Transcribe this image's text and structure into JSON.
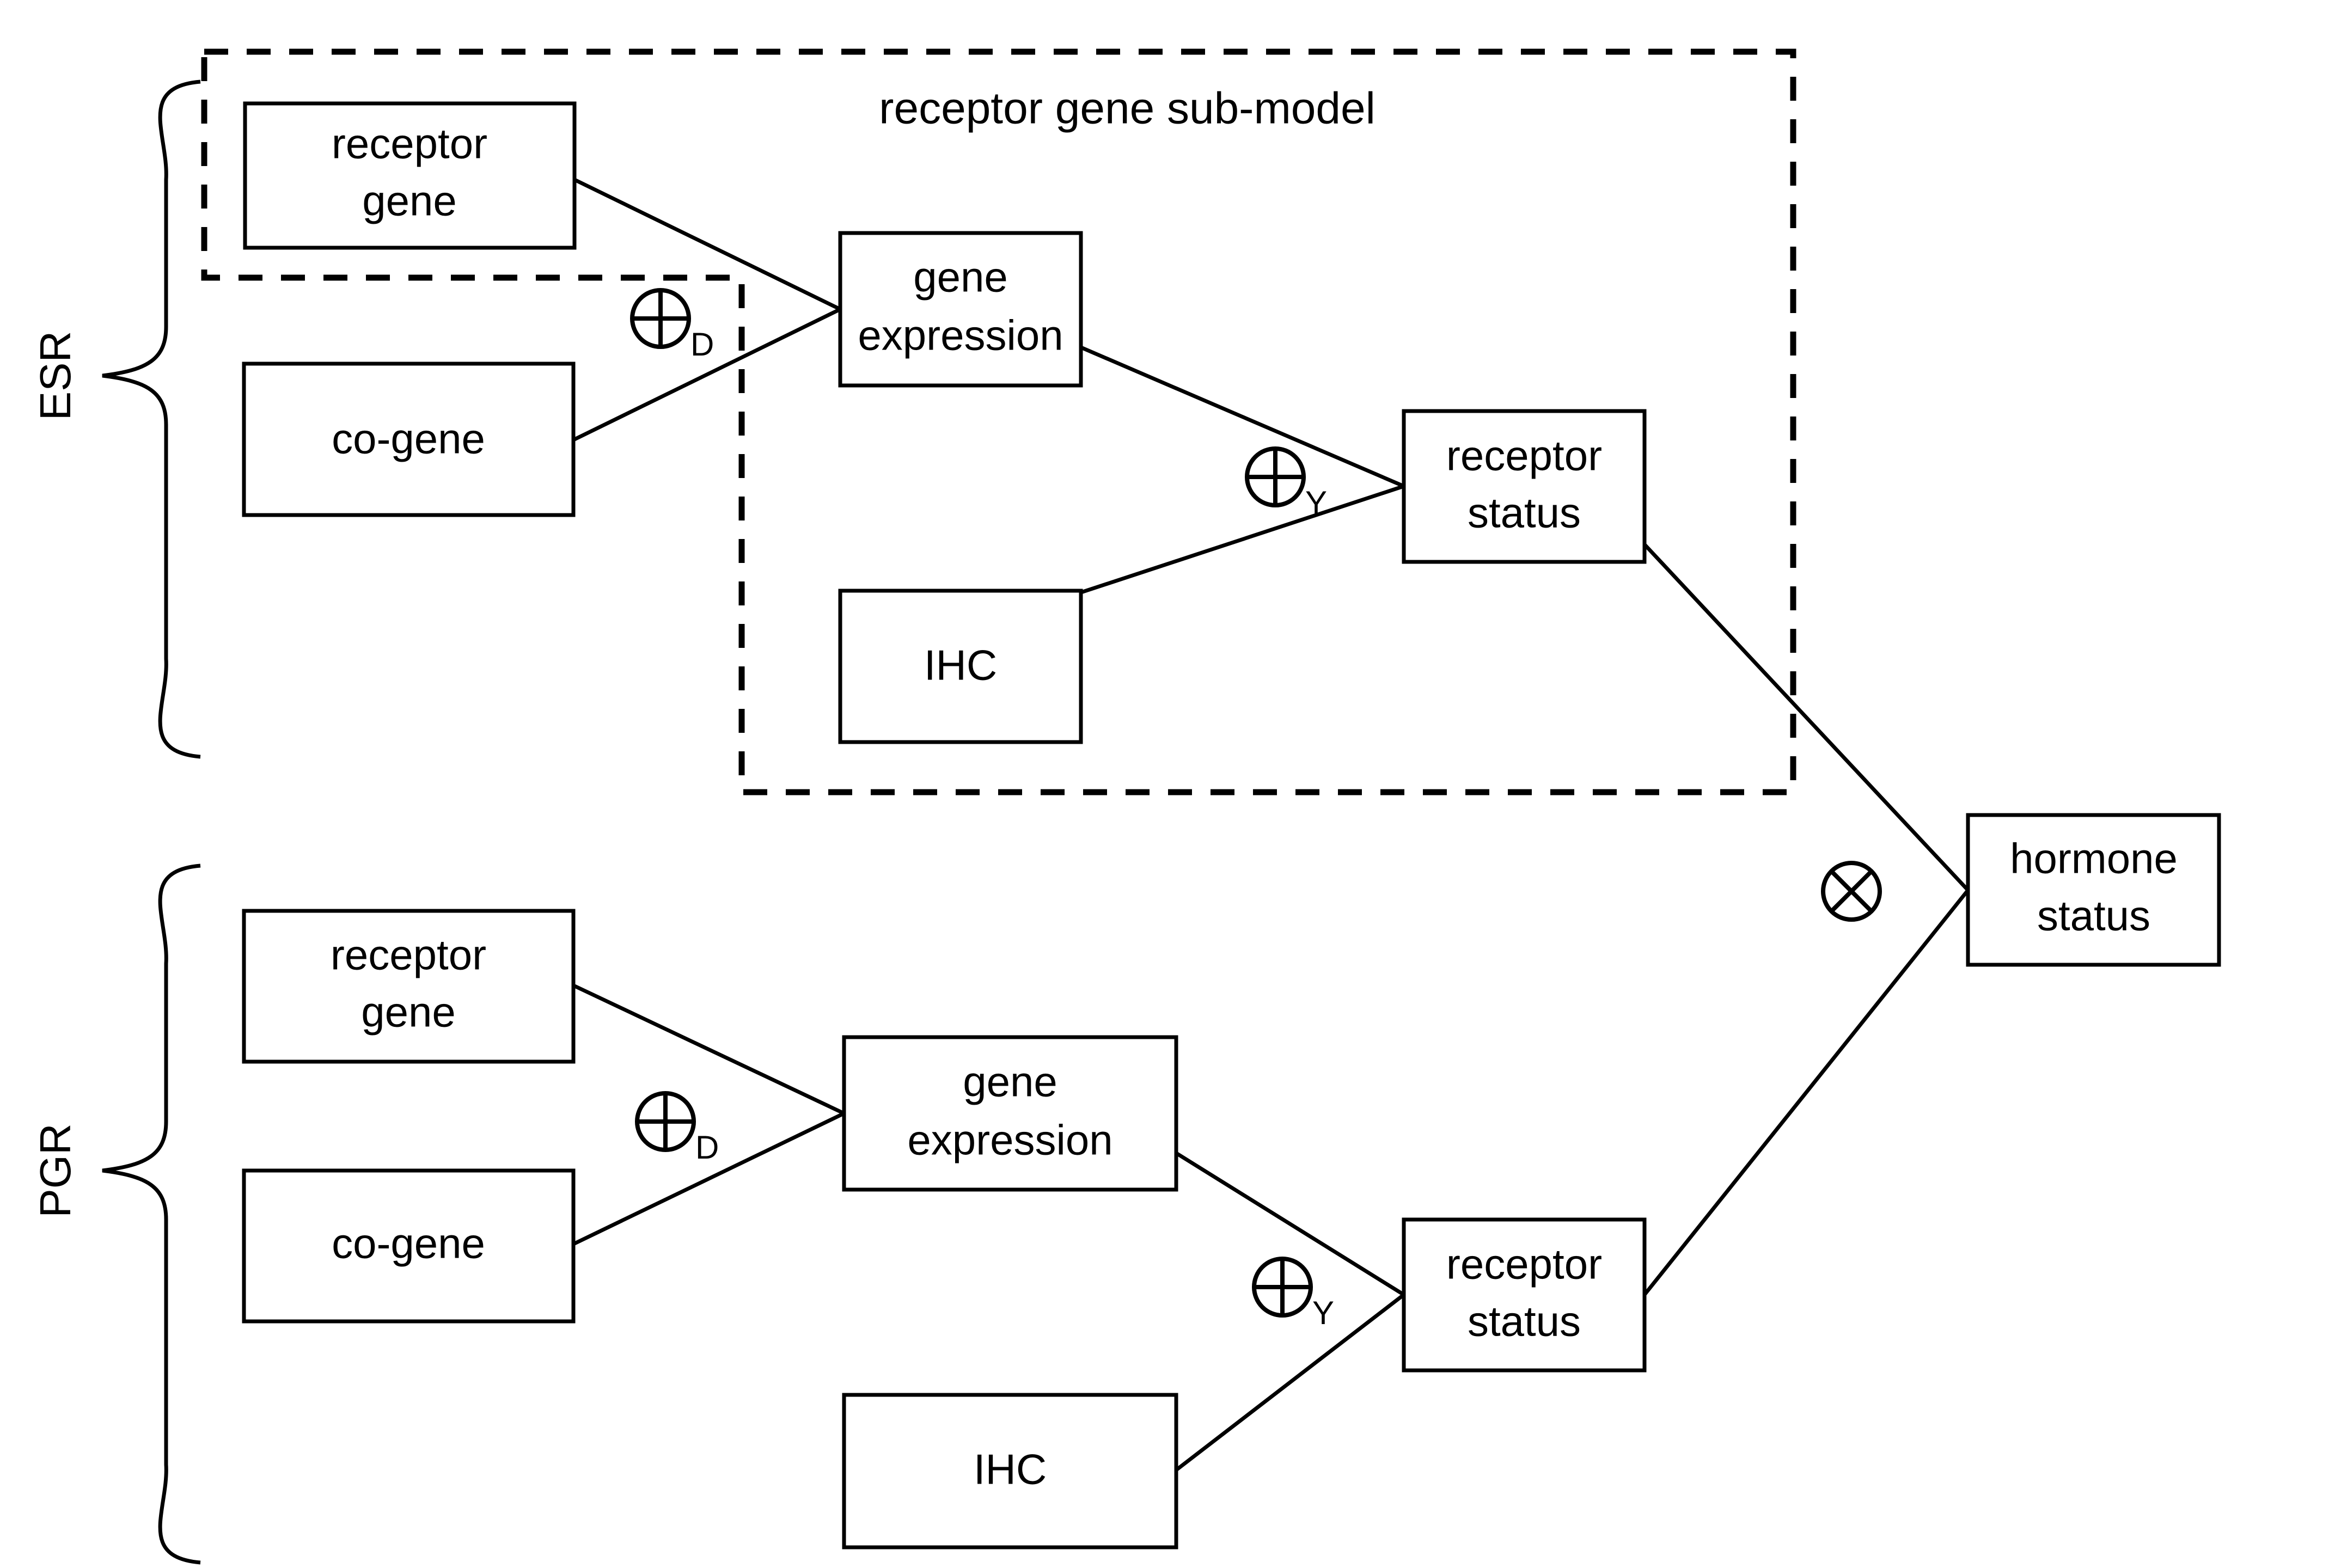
{
  "diagram": {
    "title_caption": "receptor gene sub-model",
    "groups": [
      {
        "id": "esr",
        "label": "ESR"
      },
      {
        "id": "pgr",
        "label": "PGR"
      }
    ],
    "nodes": {
      "esr_receptor_gene": {
        "label_line1": "receptor",
        "label_line2": "gene"
      },
      "esr_co_gene": {
        "label_line1": "co-gene",
        "label_line2": ""
      },
      "esr_gene_expression": {
        "label_line1": "gene",
        "label_line2": "expression"
      },
      "esr_ihc": {
        "label_line1": "IHC",
        "label_line2": ""
      },
      "esr_receptor_status": {
        "label_line1": "receptor",
        "label_line2": "status"
      },
      "pgr_receptor_gene": {
        "label_line1": "receptor",
        "label_line2": "gene"
      },
      "pgr_co_gene": {
        "label_line1": "co-gene",
        "label_line2": ""
      },
      "pgr_gene_expression": {
        "label_line1": "gene",
        "label_line2": "expression"
      },
      "pgr_ihc": {
        "label_line1": "IHC",
        "label_line2": ""
      },
      "pgr_receptor_status": {
        "label_line1": "receptor",
        "label_line2": "status"
      },
      "hormone_status": {
        "label_line1": "hormone",
        "label_line2": "status"
      }
    },
    "operators": {
      "esr_d": {
        "glyph": "circle-plus",
        "subscript": "D"
      },
      "esr_y": {
        "glyph": "circle-plus",
        "subscript": "Y"
      },
      "pgr_d": {
        "glyph": "circle-plus",
        "subscript": "D"
      },
      "pgr_y": {
        "glyph": "circle-plus",
        "subscript": "Y"
      },
      "combine": {
        "glyph": "circle-times",
        "subscript": ""
      }
    },
    "colors": {
      "stroke": "#000000",
      "fill": "#ffffff",
      "background": "#ffffff"
    }
  }
}
